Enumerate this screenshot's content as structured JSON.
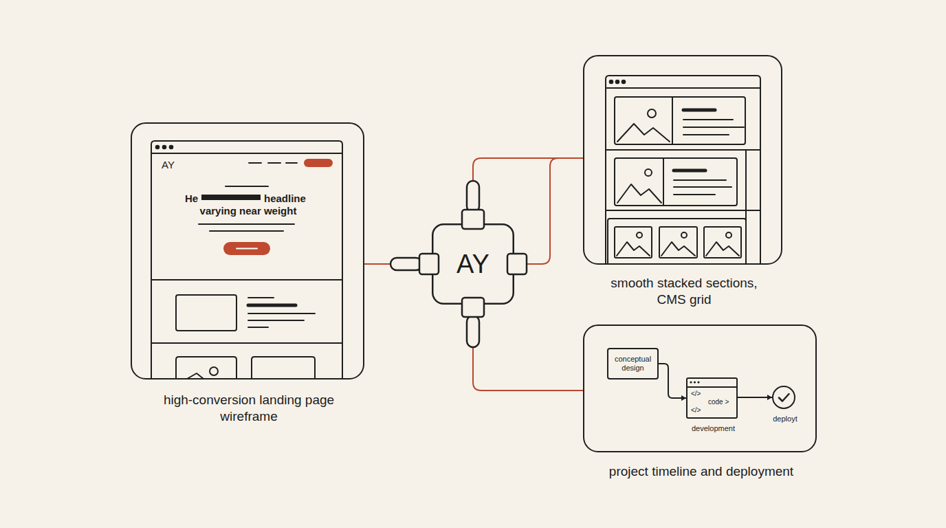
{
  "diagram": {
    "nodes": [
      {
        "text": [
          "AY",
          "He",
          "headline",
          "varying near weight",
          "high-conversion landing page wireframe"
        ]
      },
      {
        "text": [
          "AY"
        ]
      },
      {
        "text": [
          "smooth stacked sections, CMS grid"
        ]
      },
      {
        "text": [
          "project timeline and deployment"
        ]
      },
      {
        "text": [
          "conceptual design"
        ],
        "in": 3
      },
      {
        "text": [
          "</>",
          "code >",
          "</>",
          "development"
        ],
        "in": 3
      },
      {
        "text": [
          "deployt"
        ],
        "in": 3
      }
    ],
    "edges": [
      {
        "from": 1,
        "to": 0,
        "arrow": "none"
      },
      {
        "from": 1,
        "to": 2,
        "arrow": "none"
      },
      {
        "from": 1,
        "to": 2,
        "arrow": "none"
      },
      {
        "from": 1,
        "to": 3,
        "arrow": "none"
      },
      {
        "from": 4,
        "to": 5,
        "arrow": "to"
      },
      {
        "from": 5,
        "to": 6,
        "arrow": "to"
      }
    ]
  }
}
